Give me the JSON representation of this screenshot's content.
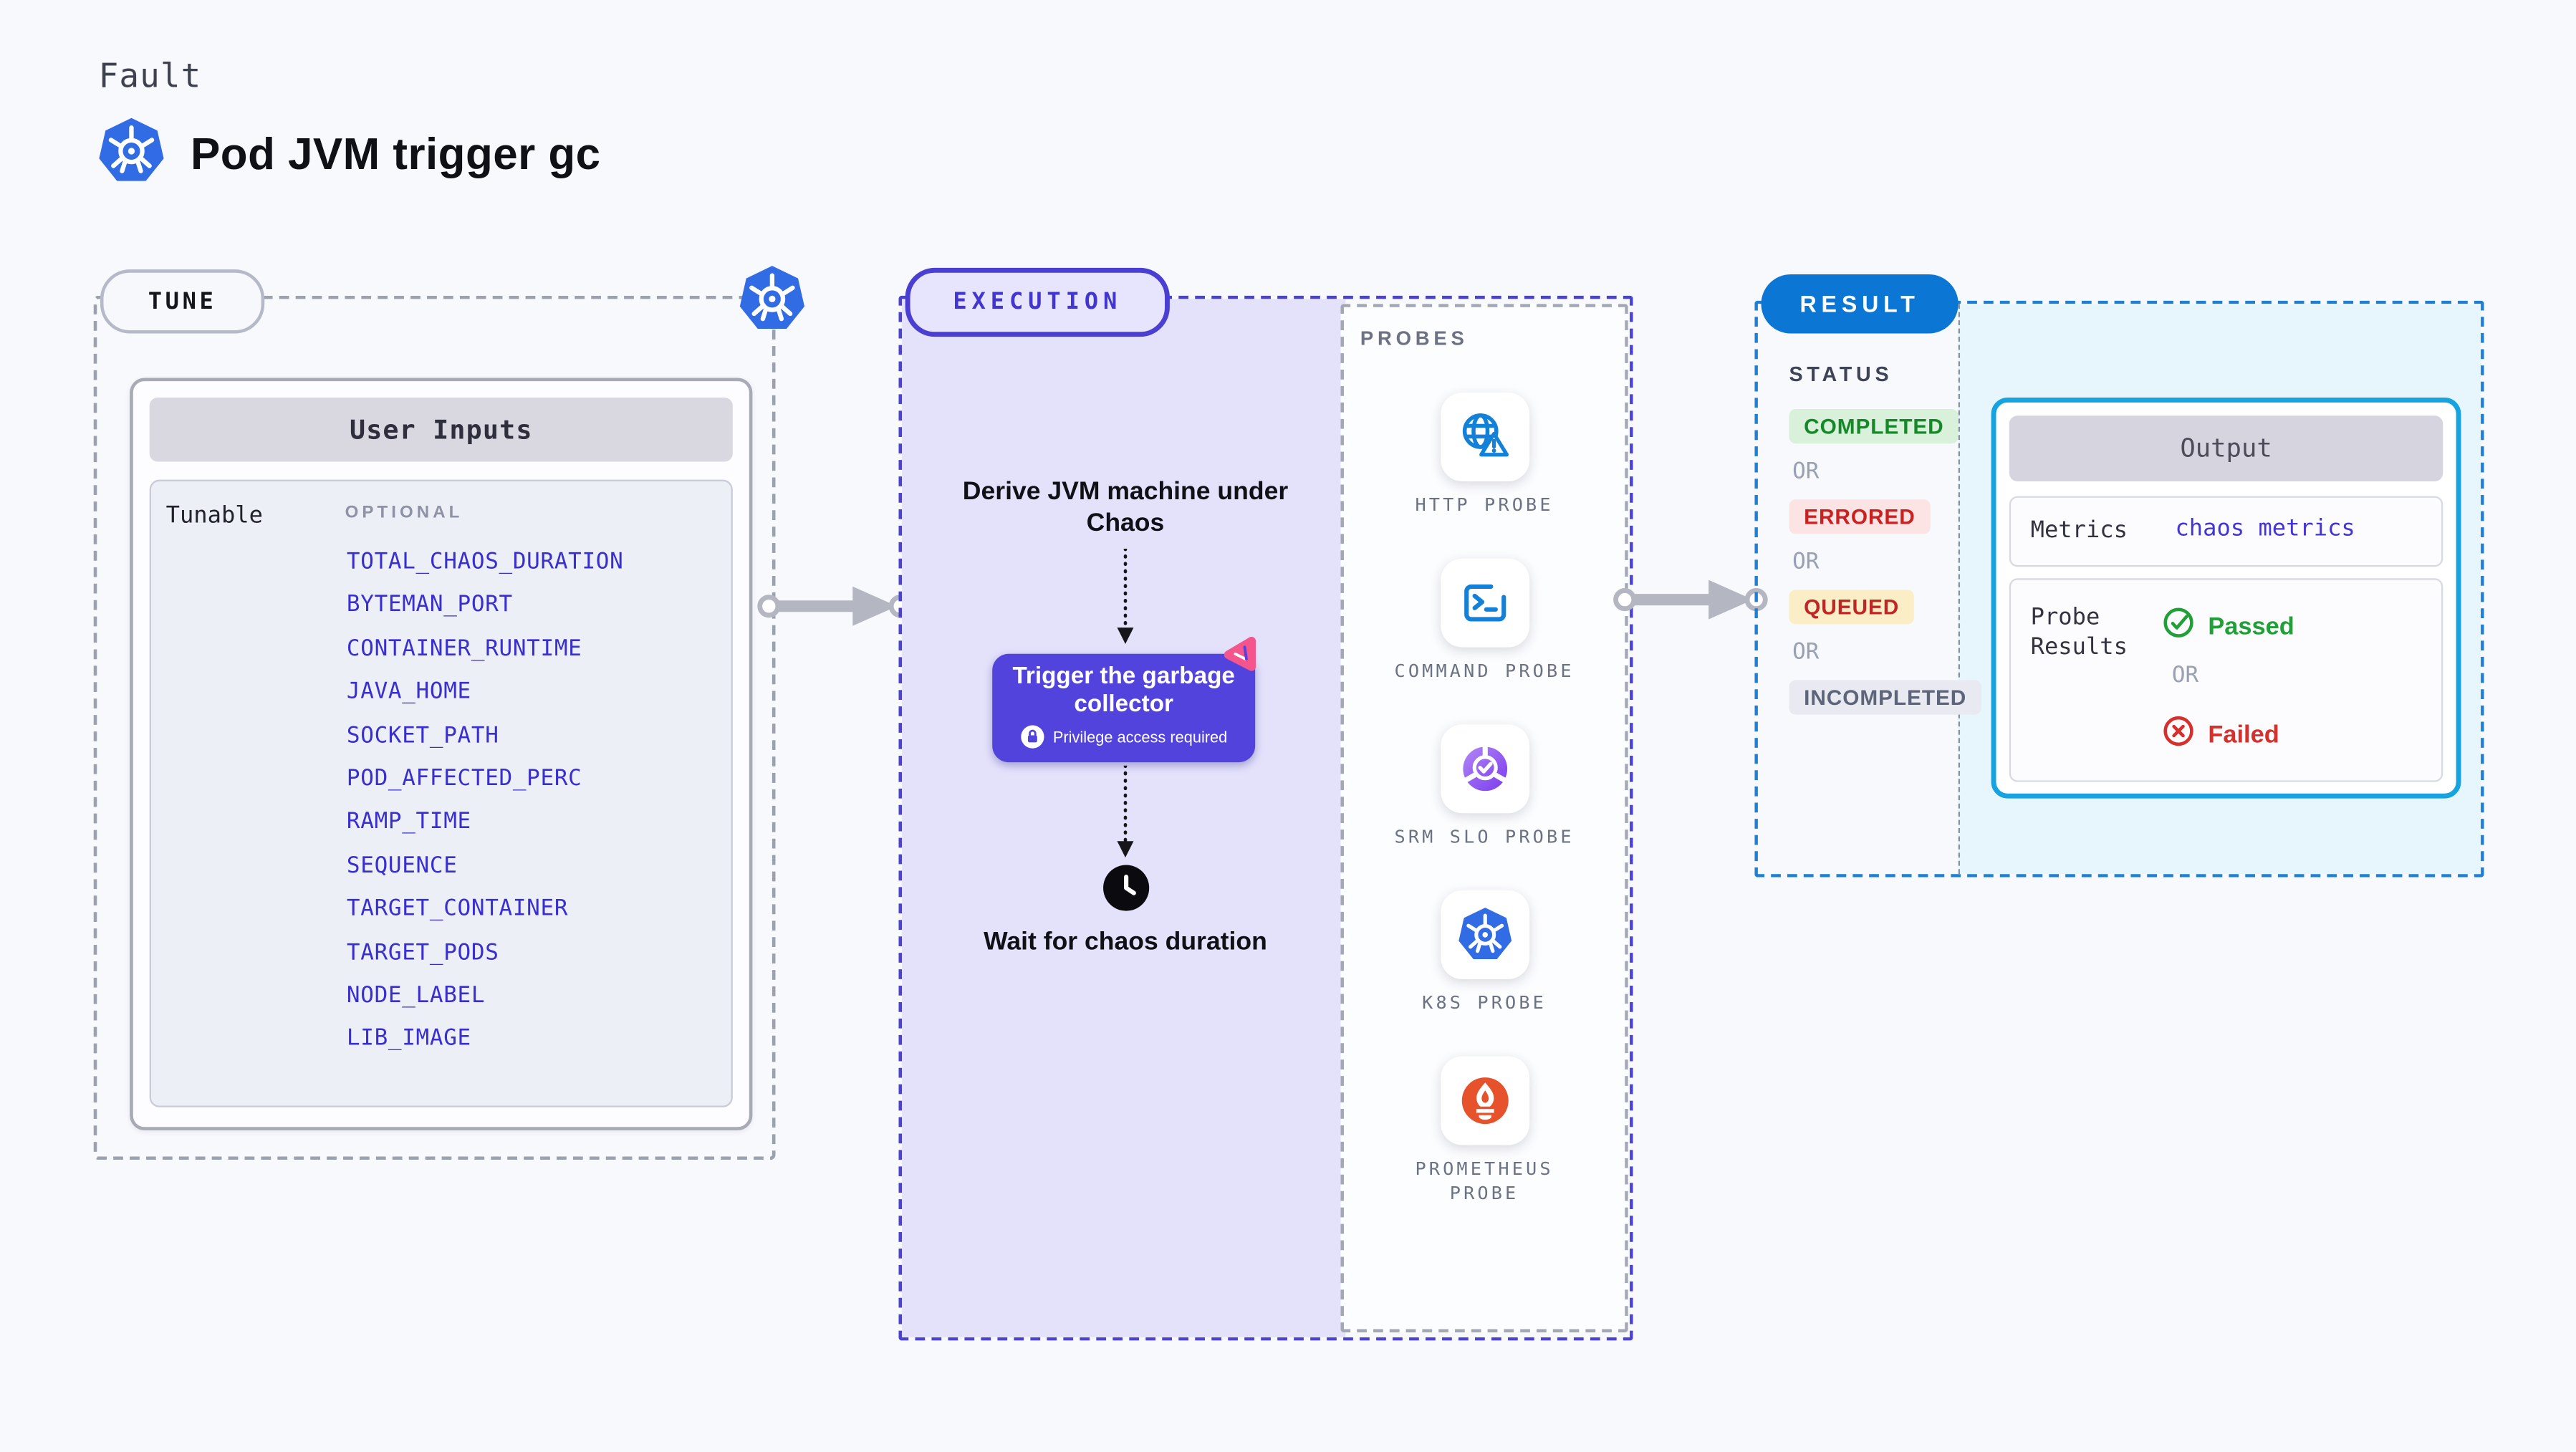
{
  "header": {
    "eyebrow": "Fault",
    "title": "Pod JVM trigger gc"
  },
  "tune": {
    "badge": "TUNE",
    "table_header": "User Inputs",
    "row_label": "Tunable",
    "column_label": "OPTIONAL",
    "params": [
      "TOTAL_CHAOS_DURATION",
      "BYTEMAN_PORT",
      "CONTAINER_RUNTIME",
      "JAVA_HOME",
      "SOCKET_PATH",
      "POD_AFFECTED_PERC",
      "RAMP_TIME",
      "SEQUENCE",
      "TARGET_CONTAINER",
      "TARGET_PODS",
      "NODE_LABEL",
      "LIB_IMAGE"
    ]
  },
  "execution": {
    "badge": "EXECUTION",
    "step_derive": "Derive JVM machine under Chaos",
    "action_label": "Trigger the garbage collector",
    "action_note": "Privilege access required",
    "step_wait": "Wait for chaos duration"
  },
  "probes": {
    "label": "PROBES",
    "items": [
      {
        "name": "HTTP PROBE",
        "icon": "globe-alert-icon"
      },
      {
        "name": "COMMAND PROBE",
        "icon": "terminal-icon"
      },
      {
        "name": "SRM SLO PROBE",
        "icon": "slo-donut-icon"
      },
      {
        "name": "K8S PROBE",
        "icon": "kubernetes-icon"
      },
      {
        "name": "PROMETHEUS PROBE",
        "icon": "prometheus-icon"
      }
    ]
  },
  "result": {
    "badge": "RESULT",
    "status_label": "STATUS",
    "or": "OR",
    "statuses": [
      {
        "label": "COMPLETED",
        "bg": "#d9f1da",
        "color": "#17882a"
      },
      {
        "label": "ERRORED",
        "bg": "#fbe4e3",
        "color": "#c92020"
      },
      {
        "label": "QUEUED",
        "bg": "#fbeec6",
        "color": "#bf2727"
      },
      {
        "label": "INCOMPLETED",
        "bg": "#e8e9f1",
        "color": "#5e6578"
      }
    ],
    "output": {
      "header": "Output",
      "metrics_label": "Metrics",
      "metrics_value": "chaos metrics",
      "probe_results_label": "Probe Results",
      "passed": "Passed",
      "or": "OR",
      "failed": "Failed"
    }
  },
  "colors": {
    "page_bg": "#f8f9fd",
    "param_blue": "#392fd0",
    "execution_accent": "#4b42d3",
    "execution_fill": "#e4e2fb",
    "action_button": "#5143dc",
    "chaos_pink": "#f4558c",
    "result_accent": "#1f80d1",
    "result_badge": "#0b76d3",
    "output_border": "#16a3df",
    "kubernetes_blue": "#326ce5",
    "prometheus_orange": "#e6522c",
    "passed_green": "#21a038",
    "failed_red": "#d62f2c"
  }
}
